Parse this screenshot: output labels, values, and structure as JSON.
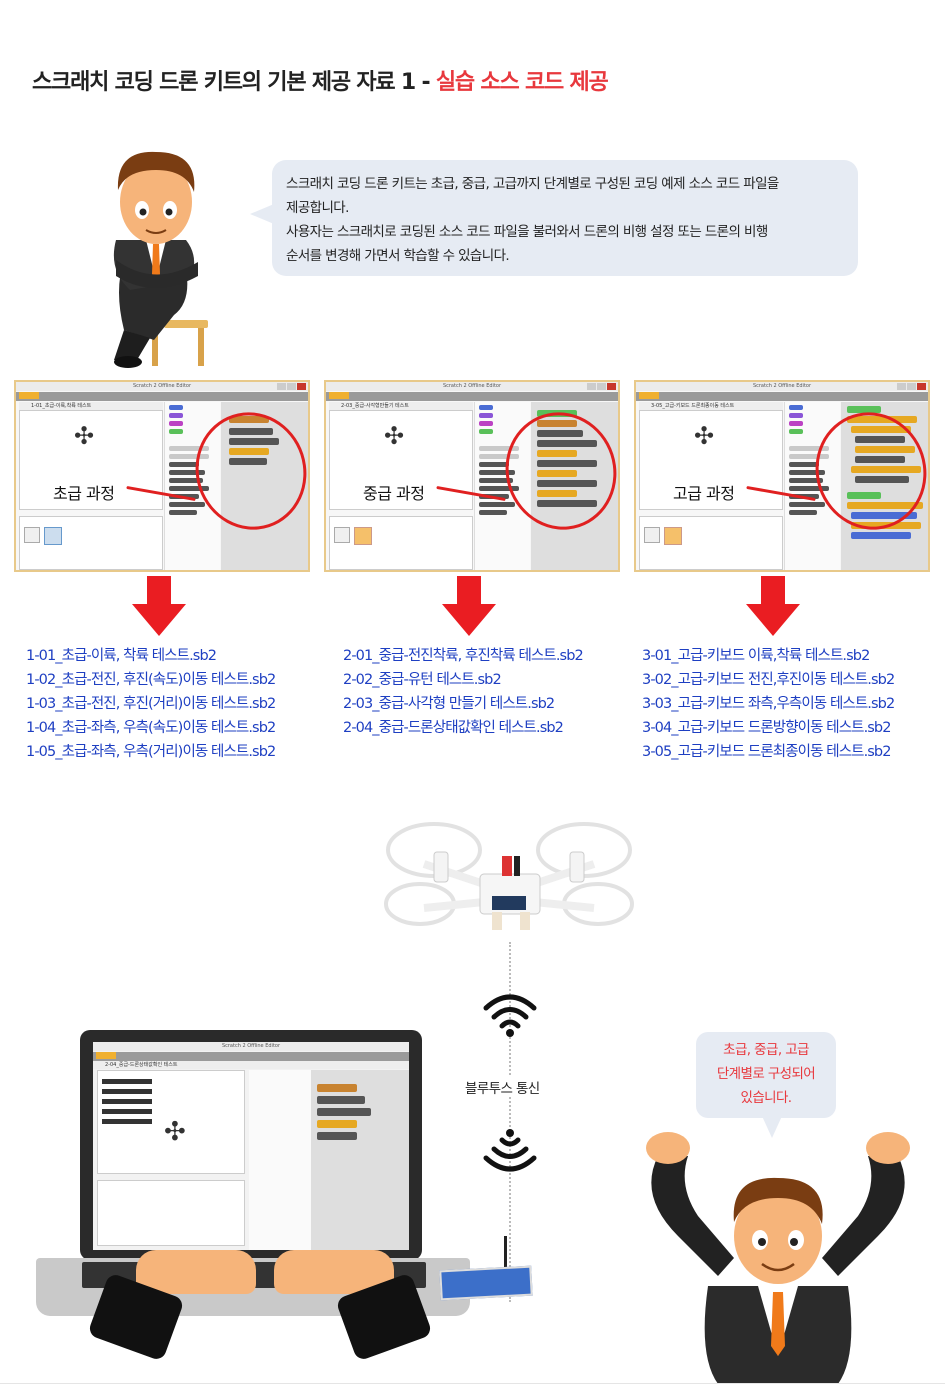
{
  "title": {
    "main": "스크래치 코딩 드론 키트의 기본 제공 자료 1 - ",
    "accent": "실습 소스 코드 제공"
  },
  "intro_bubble": {
    "lines": [
      "스크래치 코딩 드론 키트는 초급, 중급, 고급까지 단계별로 구성된 코딩 예제 소스 코드 파일을",
      "제공합니다.",
      "사용자는 스크래치로 코딩된 소스 코드 파일을 불러와서 드론의 비행 설정 또는 드론의 비행",
      "순서를 변경해 가면서 학습할 수 있습니다."
    ]
  },
  "editor": {
    "window_title": "Scratch 2 Offline Editor"
  },
  "courses": [
    {
      "stage_label": "초급 과정",
      "project_name": "1-01_초급-이륙,착륙 테스트",
      "files": [
        "1-01_초급-이륙, 착륙 테스트.sb2",
        "1-02_초급-전진, 후진(속도)이동 테스트.sb2",
        "1-03_초급-전진, 후진(거리)이동 테스트.sb2",
        "1-04_초급-좌측, 우측(속도)이동 테스트.sb2",
        "1-05_초급-좌측, 우측(거리)이동 테스트.sb2"
      ]
    },
    {
      "stage_label": "중급 과정",
      "project_name": "2-03_중급-사각형만들기 테스트",
      "files": [
        "2-01_중급-전진착륙, 후진착륙 테스트.sb2",
        "2-02_중급-유턴 테스트.sb2",
        "2-03_중급-사각형 만들기 테스트.sb2",
        "2-04_중급-드론상태값확인 테스트.sb2"
      ]
    },
    {
      "stage_label": "고급 과정",
      "project_name": "3-05_고급-키보드 드론최종이동 테스트",
      "files": [
        "3-01_고급-키보드 이륙,착륙 테스트.sb2",
        "3-02_고급-키보드 전진,후진이동 테스트.sb2",
        "3-03_고급-키보드 좌측,우측이동 테스트.sb2",
        "3-04_고급-키보드 드론방향이동 테스트.sb2",
        "3-05_고급-키보드 드론최종이동 테스트.sb2"
      ]
    }
  ],
  "laptop": {
    "project_name": "2-04_중급-드론상태값확인 테스트"
  },
  "bluetooth_label": "블루투스 통신",
  "summary_bubble": {
    "lines": [
      "초급, 중급, 고급",
      "단계별로 구성되어",
      "있습니다."
    ]
  },
  "colors": {
    "accent_red": "#e8383d",
    "file_link_blue": "#1e3fc2",
    "bubble_bg": "#e6ebf3",
    "arrow_red": "#ea1d22"
  }
}
